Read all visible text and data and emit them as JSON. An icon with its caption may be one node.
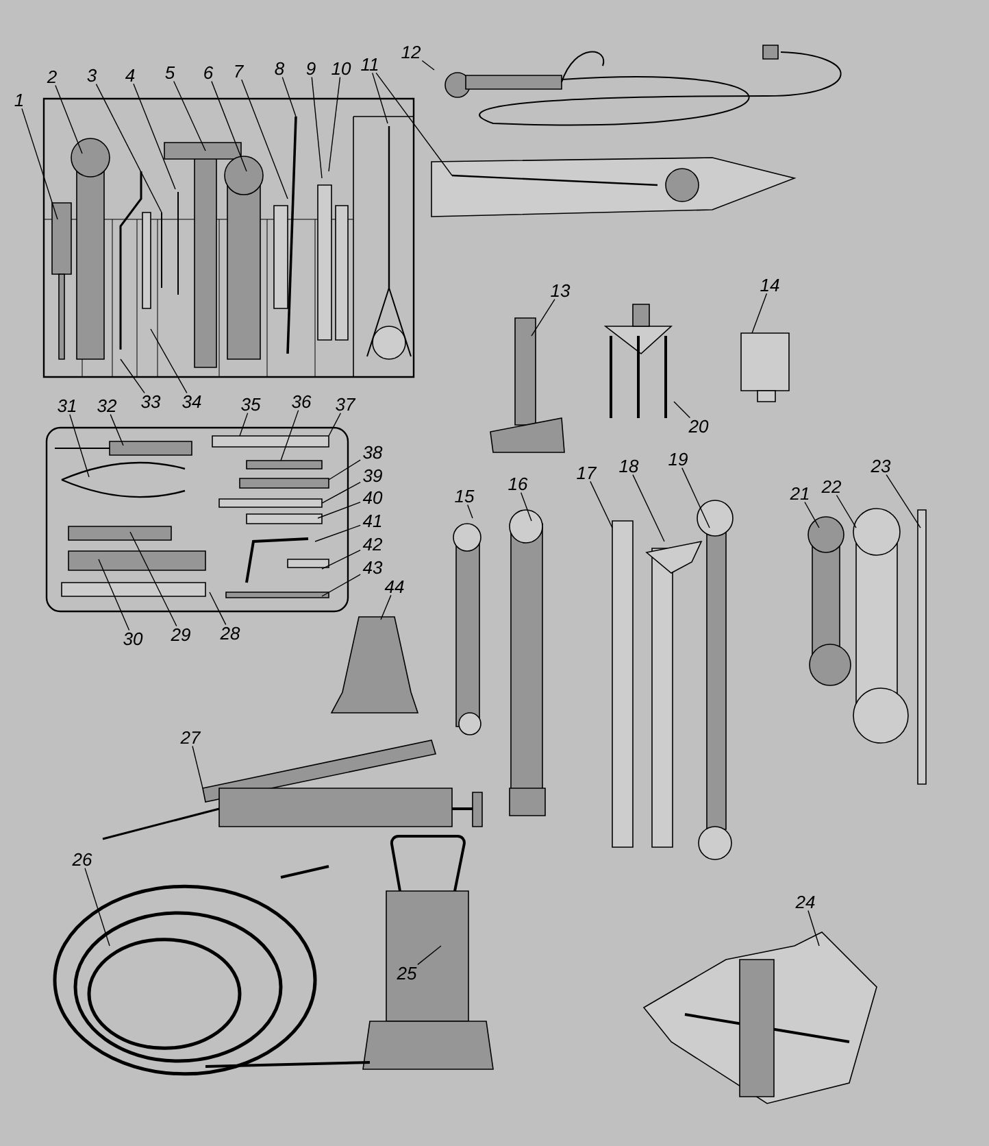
{
  "diagram": {
    "nodes": [
      {
        "text": [
          "1"
        ]
      },
      {
        "text": [
          "2"
        ]
      },
      {
        "text": [
          "3"
        ]
      },
      {
        "text": [
          "4"
        ]
      },
      {
        "text": [
          "5"
        ]
      },
      {
        "text": [
          "6"
        ]
      },
      {
        "text": [
          "7"
        ]
      },
      {
        "text": [
          "8"
        ]
      },
      {
        "text": [
          "9"
        ]
      },
      {
        "text": [
          "10"
        ]
      },
      {
        "text": [
          "11"
        ]
      },
      {
        "text": [
          "12"
        ]
      },
      {
        "text": [
          "13"
        ]
      },
      {
        "text": [
          "14"
        ]
      },
      {
        "text": [
          "15"
        ]
      },
      {
        "text": [
          "16"
        ]
      },
      {
        "text": [
          "17"
        ]
      },
      {
        "text": [
          "18"
        ]
      },
      {
        "text": [
          "19"
        ]
      },
      {
        "text": [
          "20"
        ]
      },
      {
        "text": [
          "21"
        ]
      },
      {
        "text": [
          "22"
        ]
      },
      {
        "text": [
          "23"
        ]
      },
      {
        "text": [
          "24"
        ]
      },
      {
        "text": [
          "25"
        ]
      },
      {
        "text": [
          "26"
        ]
      },
      {
        "text": [
          "27"
        ]
      },
      {
        "text": [
          "28"
        ]
      },
      {
        "text": [
          "29"
        ]
      },
      {
        "text": [
          "30"
        ]
      },
      {
        "text": [
          "31"
        ]
      },
      {
        "text": [
          "32"
        ]
      },
      {
        "text": [
          "33"
        ]
      },
      {
        "text": [
          "34"
        ]
      },
      {
        "text": [
          "35"
        ]
      },
      {
        "text": [
          "36"
        ]
      },
      {
        "text": [
          "37"
        ]
      },
      {
        "text": [
          "38"
        ]
      },
      {
        "text": [
          "39"
        ]
      },
      {
        "text": [
          "40"
        ]
      },
      {
        "text": [
          "41"
        ]
      },
      {
        "text": [
          "42"
        ]
      },
      {
        "text": [
          "43"
        ]
      },
      {
        "text": [
          "44"
        ]
      }
    ],
    "edges": [
      {
        "from": 0,
        "to": null,
        "arrow": "none"
      },
      {
        "from": 1,
        "to": null,
        "arrow": "none"
      },
      {
        "from": 2,
        "to": null,
        "arrow": "none"
      },
      {
        "from": 3,
        "to": null,
        "arrow": "none"
      },
      {
        "from": 4,
        "to": null,
        "arrow": "none"
      },
      {
        "from": 5,
        "to": null,
        "arrow": "none"
      },
      {
        "from": 6,
        "to": null,
        "arrow": "none"
      },
      {
        "from": 7,
        "to": null,
        "arrow": "none"
      },
      {
        "from": 8,
        "to": null,
        "arrow": "none"
      },
      {
        "from": 9,
        "to": null,
        "arrow": "none"
      },
      {
        "from": 10,
        "to": null,
        "arrow": "none"
      },
      {
        "from": 10,
        "to": null,
        "arrow": "none"
      },
      {
        "from": 11,
        "to": null,
        "arrow": "none"
      },
      {
        "from": 12,
        "to": null,
        "arrow": "none"
      },
      {
        "from": 13,
        "to": null,
        "arrow": "none"
      },
      {
        "from": 14,
        "to": null,
        "arrow": "none"
      },
      {
        "from": 15,
        "to": null,
        "arrow": "none"
      },
      {
        "from": 16,
        "to": null,
        "arrow": "none"
      },
      {
        "from": 17,
        "to": null,
        "arrow": "none"
      },
      {
        "from": 18,
        "to": null,
        "arrow": "none"
      },
      {
        "from": 19,
        "to": null,
        "arrow": "none"
      },
      {
        "from": 20,
        "to": null,
        "arrow": "none"
      },
      {
        "from": 21,
        "to": null,
        "arrow": "none"
      },
      {
        "from": 22,
        "to": null,
        "arrow": "none"
      },
      {
        "from": 23,
        "to": null,
        "arrow": "none"
      },
      {
        "from": 24,
        "to": null,
        "arrow": "none"
      },
      {
        "from": 25,
        "to": null,
        "arrow": "none"
      },
      {
        "from": 26,
        "to": null,
        "arrow": "none"
      },
      {
        "from": 27,
        "to": null,
        "arrow": "none"
      },
      {
        "from": 28,
        "to": null,
        "arrow": "none"
      },
      {
        "from": 29,
        "to": null,
        "arrow": "none"
      },
      {
        "from": 30,
        "to": null,
        "arrow": "none"
      },
      {
        "from": 31,
        "to": null,
        "arrow": "none"
      },
      {
        "from": 32,
        "to": null,
        "arrow": "none"
      },
      {
        "from": 33,
        "to": null,
        "arrow": "none"
      },
      {
        "from": 34,
        "to": null,
        "arrow": "none"
      },
      {
        "from": 35,
        "to": null,
        "arrow": "none"
      },
      {
        "from": 36,
        "to": null,
        "arrow": "none"
      },
      {
        "from": 37,
        "to": null,
        "arrow": "none"
      },
      {
        "from": 38,
        "to": null,
        "arrow": "none"
      },
      {
        "from": 39,
        "to": null,
        "arrow": "none"
      },
      {
        "from": 40,
        "to": null,
        "arrow": "none"
      },
      {
        "from": 41,
        "to": null,
        "arrow": "none"
      },
      {
        "from": 42,
        "to": null,
        "arrow": "none"
      },
      {
        "from": 43,
        "to": null,
        "arrow": "none"
      }
    ]
  }
}
